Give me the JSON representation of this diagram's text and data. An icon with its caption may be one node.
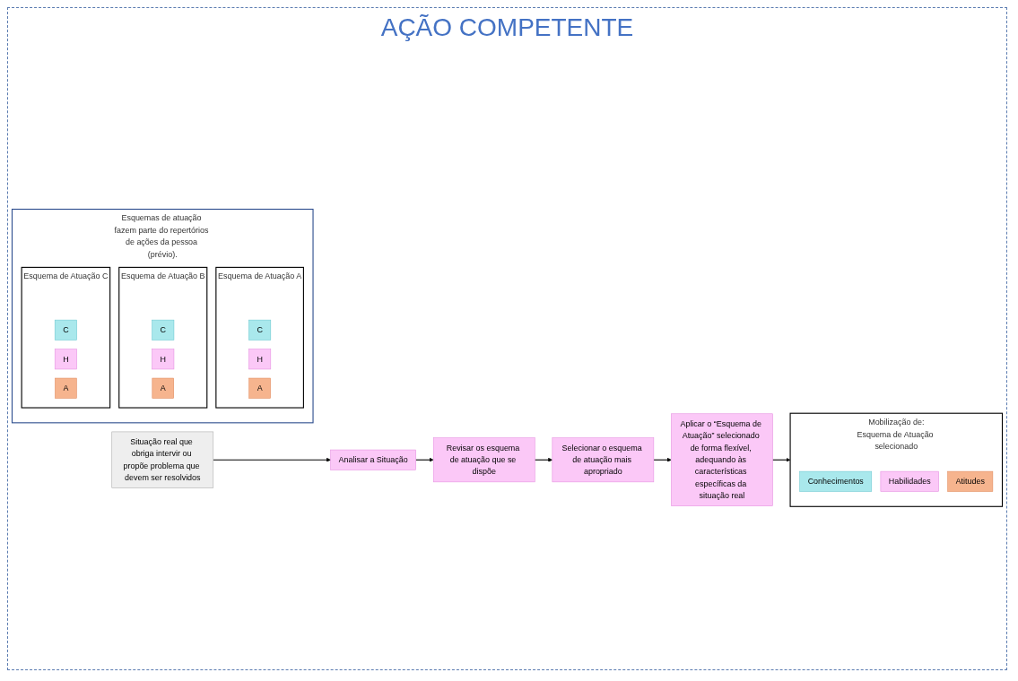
{
  "diagram": {
    "title": "AÇÃO COMPETENTE",
    "nodes": [
      {
        "text": [
          "Situação real que obriga intervir ou propõe problema que devem ser resolvidos"
        ]
      },
      {
        "text": [
          "Analisar a Situação"
        ]
      },
      {
        "text": [
          "Revisar os esquema de atuação que se dispõe"
        ]
      },
      {
        "text": [
          "Selecionar o esquema de atuação mais apropriado"
        ]
      },
      {
        "text": [
          "Aplicar o “Esquema de Atuação” selecionado de forma flexível, adequando às características específicas da situação real"
        ]
      },
      {
        "text": [
          "Esquemas de atuação fazem parte do repertórios de ações da pessoa (prévio)."
        ]
      },
      {
        "text": [
          "Esquema de Atuação A"
        ],
        "in": 5
      },
      {
        "text": [
          "C"
        ],
        "in": 6
      },
      {
        "text": [
          "H"
        ],
        "in": 6
      },
      {
        "text": [
          "A"
        ],
        "in": 6
      },
      {
        "text": [
          "Esquema de Atuação B"
        ],
        "in": 5
      },
      {
        "text": [
          "C"
        ],
        "in": 10
      },
      {
        "text": [
          "H"
        ],
        "in": 10
      },
      {
        "text": [
          "A"
        ],
        "in": 10
      },
      {
        "text": [
          "Esquema de Atuação C"
        ],
        "in": 5
      },
      {
        "text": [
          "C"
        ],
        "in": 14
      },
      {
        "text": [
          "H"
        ],
        "in": 14
      },
      {
        "text": [
          "A"
        ],
        "in": 14
      },
      {
        "text": [
          "Mobilização de:",
          "Esquema de Atuação selecionado"
        ]
      },
      {
        "text": [
          "Conhecimentos"
        ],
        "in": 18
      },
      {
        "text": [
          "Habilidades"
        ],
        "in": 18
      },
      {
        "text": [
          "Atitudes"
        ],
        "in": 18
      }
    ],
    "edges": [
      {
        "from": 0,
        "to": 1,
        "arrow": "to"
      },
      {
        "from": 1,
        "to": 2,
        "arrow": "to"
      },
      {
        "from": 2,
        "to": 3,
        "arrow": "to"
      },
      {
        "from": 3,
        "to": 4,
        "arrow": "to"
      },
      {
        "from": 4,
        "to": 18,
        "arrow": "to"
      }
    ]
  }
}
